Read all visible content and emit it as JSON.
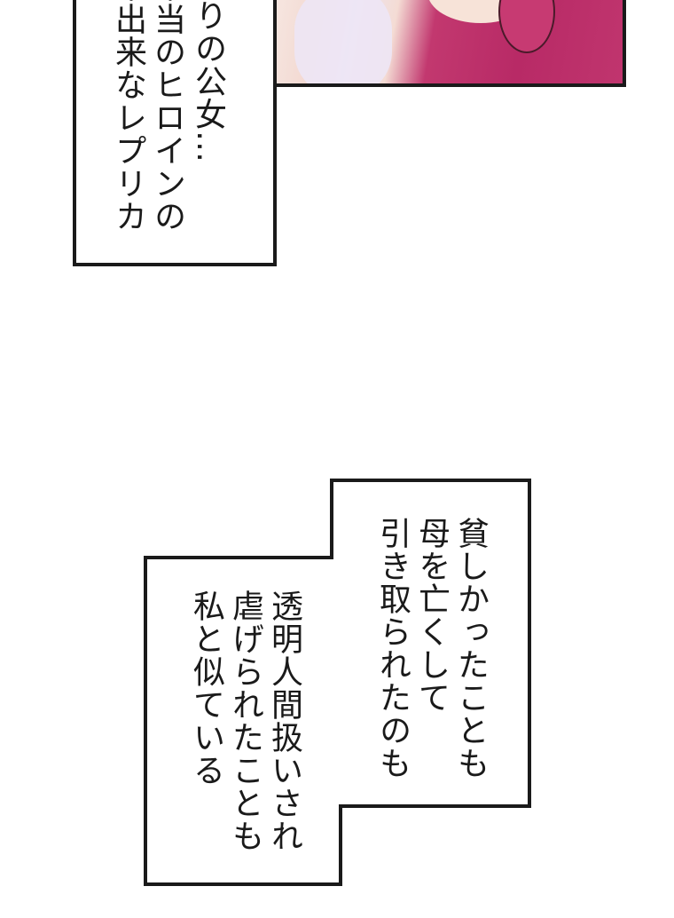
{
  "top_panel": {
    "caption_lines": [
      "偽りの公女…",
      "本当のヒロインの",
      "不出来なレプリカ"
    ]
  },
  "bottom_caption": {
    "right_lines": [
      "貧しかったことも",
      "母を亡くして",
      "引き取られたのも"
    ],
    "left_lines": [
      "透明人間扱いされ",
      "虐げられたことも",
      "私と似ている"
    ]
  },
  "colors": {
    "hair": "#b82a66",
    "border": "#1a1a1a"
  }
}
